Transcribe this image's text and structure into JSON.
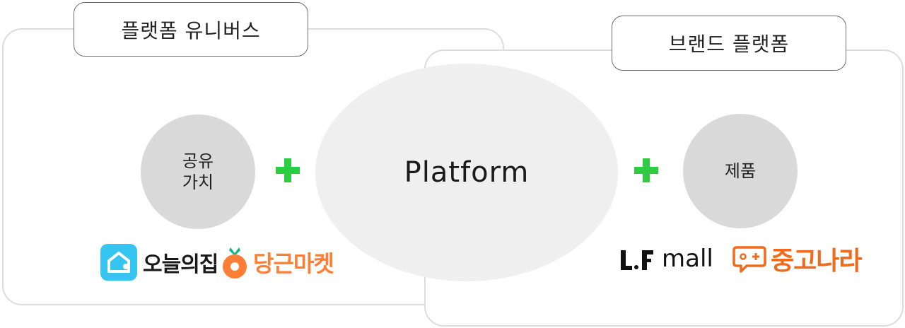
{
  "universe": {
    "tab_label": "플랫폼 유니버스",
    "circle_line1": "공유",
    "circle_line2": "가치",
    "logos": {
      "ohouse": "오늘의집",
      "daangn": "당근마켓"
    }
  },
  "brand": {
    "tab_label": "브랜드 플랫폼",
    "circle_label": "제품",
    "logos": {
      "lfmall": "mall",
      "joongna": "중고나라"
    }
  },
  "center": {
    "label": "Platform"
  },
  "colors": {
    "plus": "#2ecc40",
    "circle_fill": "#d9d9d9",
    "ellipse_fill": "#efefef",
    "daangn": "#ff7e36",
    "joongna": "#f26a1b",
    "ohouse": "#35c5f0"
  },
  "icons": [
    "plus-icon",
    "house-icon",
    "carrot-icon",
    "lf-icon",
    "chat-icon"
  ]
}
